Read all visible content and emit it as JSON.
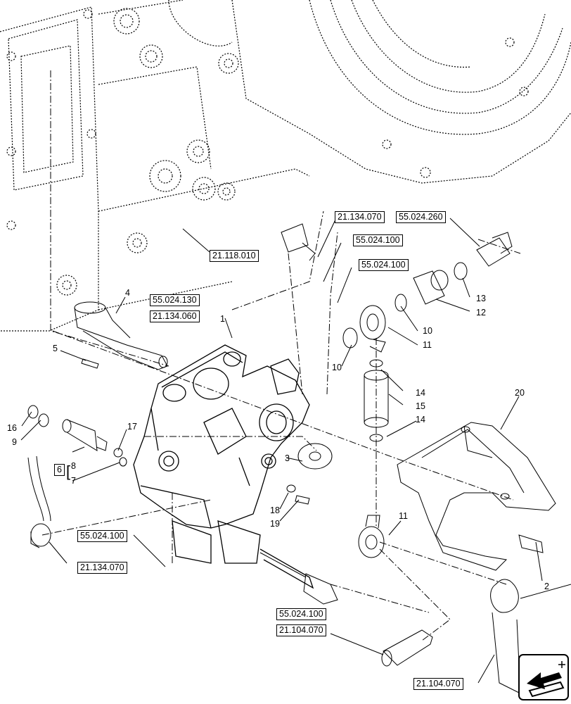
{
  "references": {
    "r_21_134_070_top": "21.134.070",
    "r_55_024_260": "55.024.260",
    "r_55_024_100_a": "55.024.100",
    "r_55_024_100_b": "55.024.100",
    "r_21_118_010": "21.118.010",
    "r_55_024_130": "55.024.130",
    "r_21_134_060": "21.134.060",
    "r_55_024_100_c": "55.024.100",
    "r_21_134_070_bottom": "21.134.070",
    "r_55_024_100_d": "55.024.100",
    "r_21_104_070_a": "21.104.070",
    "r_21_104_070_b": "21.104.070"
  },
  "parts": {
    "p1": "1",
    "p2": "2",
    "p3": "3",
    "p4": "4",
    "p5": "5",
    "p6": "6",
    "p7": "7",
    "p8": "8",
    "p9": "9",
    "p10a": "10",
    "p10b": "10",
    "p11a": "11",
    "p11b": "11",
    "p12": "12",
    "p13": "13",
    "p14a": "14",
    "p14b": "14",
    "p15": "15",
    "p16": "16",
    "p17": "17",
    "p18": "18",
    "p19": "19",
    "p20": "20"
  },
  "nav_icon": "arrow-left-icon"
}
